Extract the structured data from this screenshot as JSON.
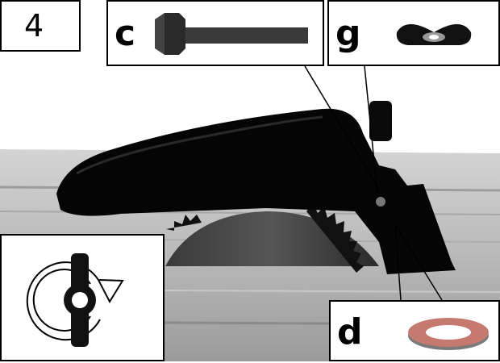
{
  "figure": {
    "step_number": "4",
    "callouts": [
      {
        "letter": "c",
        "part": "bolt-icon"
      },
      {
        "letter": "g",
        "part": "wing-nut-icon"
      },
      {
        "letter": "d",
        "part": "washer-icon"
      }
    ],
    "instruction_icon": "rotate-wing-nut-icon"
  }
}
